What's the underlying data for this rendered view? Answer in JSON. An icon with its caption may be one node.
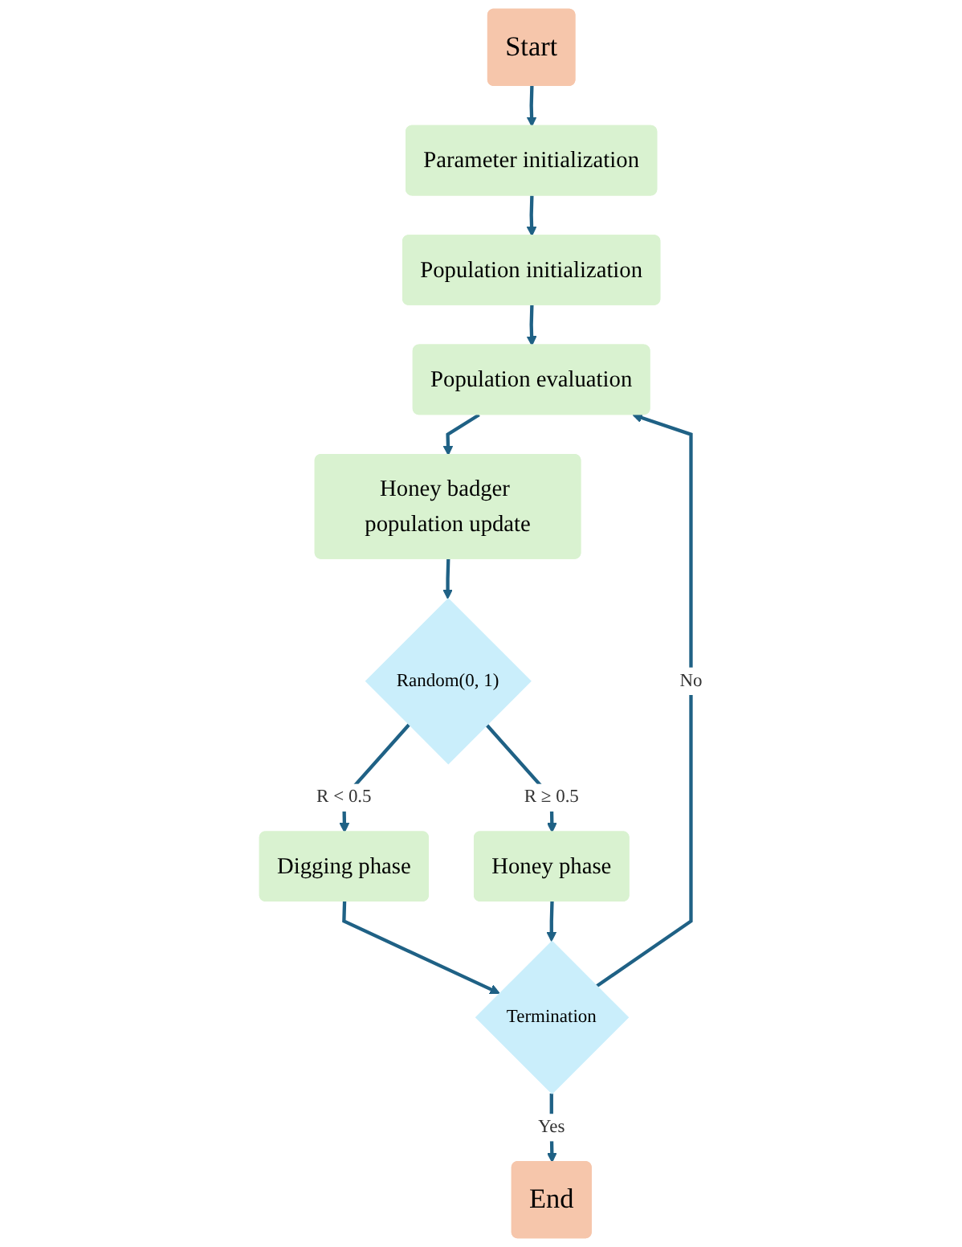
{
  "diagram": {
    "nodes": [
      {
        "text": [
          "Start"
        ]
      },
      {
        "text": [
          "Parameter initialization"
        ]
      },
      {
        "text": [
          "Population initialization"
        ]
      },
      {
        "text": [
          "Population evaluation"
        ]
      },
      {
        "text": [
          "Honey badger population update"
        ]
      },
      {
        "text": [
          "Random(0, 1)"
        ]
      },
      {
        "text": [
          "Digging phase"
        ]
      },
      {
        "text": [
          "Honey phase"
        ]
      },
      {
        "text": [
          "Termination"
        ]
      },
      {
        "text": [
          "End"
        ]
      }
    ],
    "edges": [
      {
        "from": 0,
        "to": 1,
        "arrow": "to"
      },
      {
        "from": 1,
        "to": 2,
        "arrow": "to"
      },
      {
        "from": 2,
        "to": 3,
        "arrow": "to"
      },
      {
        "from": 3,
        "to": 4,
        "arrow": "to"
      },
      {
        "from": 4,
        "to": 5,
        "arrow": "to"
      },
      {
        "from": 5,
        "to": 6,
        "label": "R < 0.5",
        "arrow": "to"
      },
      {
        "from": 5,
        "to": 7,
        "label": "R ≥ 0.5",
        "arrow": "to"
      },
      {
        "from": 6,
        "to": 8,
        "arrow": "to"
      },
      {
        "from": 7,
        "to": 8,
        "arrow": "to"
      },
      {
        "from": 8,
        "to": 3,
        "label": "No",
        "arrow": "to"
      },
      {
        "from": 8,
        "to": 9,
        "label": "Yes",
        "arrow": "to"
      }
    ]
  }
}
